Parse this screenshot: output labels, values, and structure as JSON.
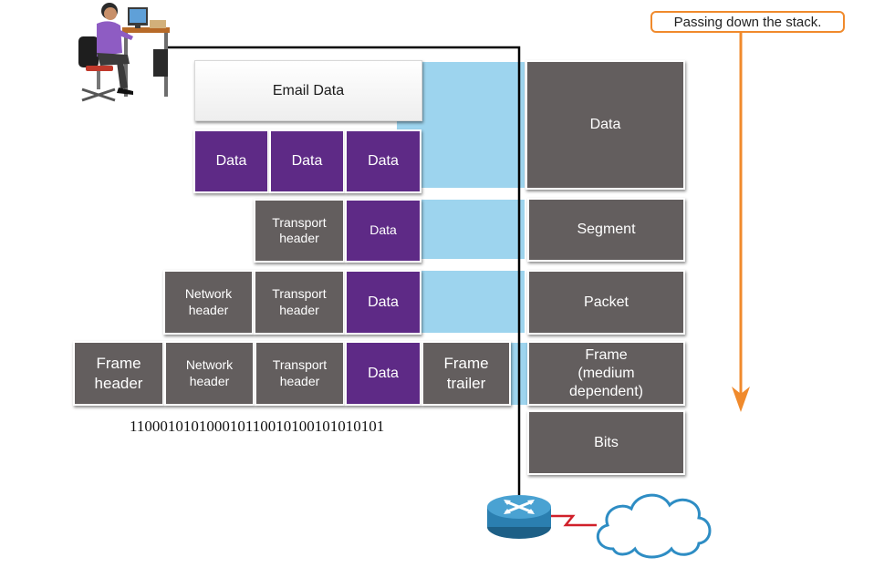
{
  "callout": "Passing down the stack.",
  "email_block": "Email Data",
  "layers": {
    "data": "Data",
    "segment": "Segment",
    "packet": "Packet",
    "frame": "Frame\n(medium\ndependent)",
    "bits": "Bits"
  },
  "row_data": [
    "Data",
    "Data",
    "Data"
  ],
  "row_segment": {
    "transport_header": "Transport\nheader",
    "data": "Data"
  },
  "row_packet": {
    "network_header": "Network\nheader",
    "transport_header": "Transport\nheader",
    "data": "Data"
  },
  "row_frame": {
    "frame_header": "Frame\nheader",
    "network_header": "Network\nheader",
    "transport_header": "Transport\nheader",
    "data": "Data",
    "frame_trailer": "Frame\ntrailer"
  },
  "bitstream": "110001010100010110010100101010101",
  "colors": {
    "accent_orange": "#f08a2c",
    "pdu_gray": "#635e5e",
    "data_purple": "#5e2a86",
    "band_blue": "#9dd4ee"
  },
  "icons": [
    "user-at-computer-icon",
    "router-icon",
    "serial-link-icon",
    "cloud-icon",
    "down-arrow-icon"
  ]
}
